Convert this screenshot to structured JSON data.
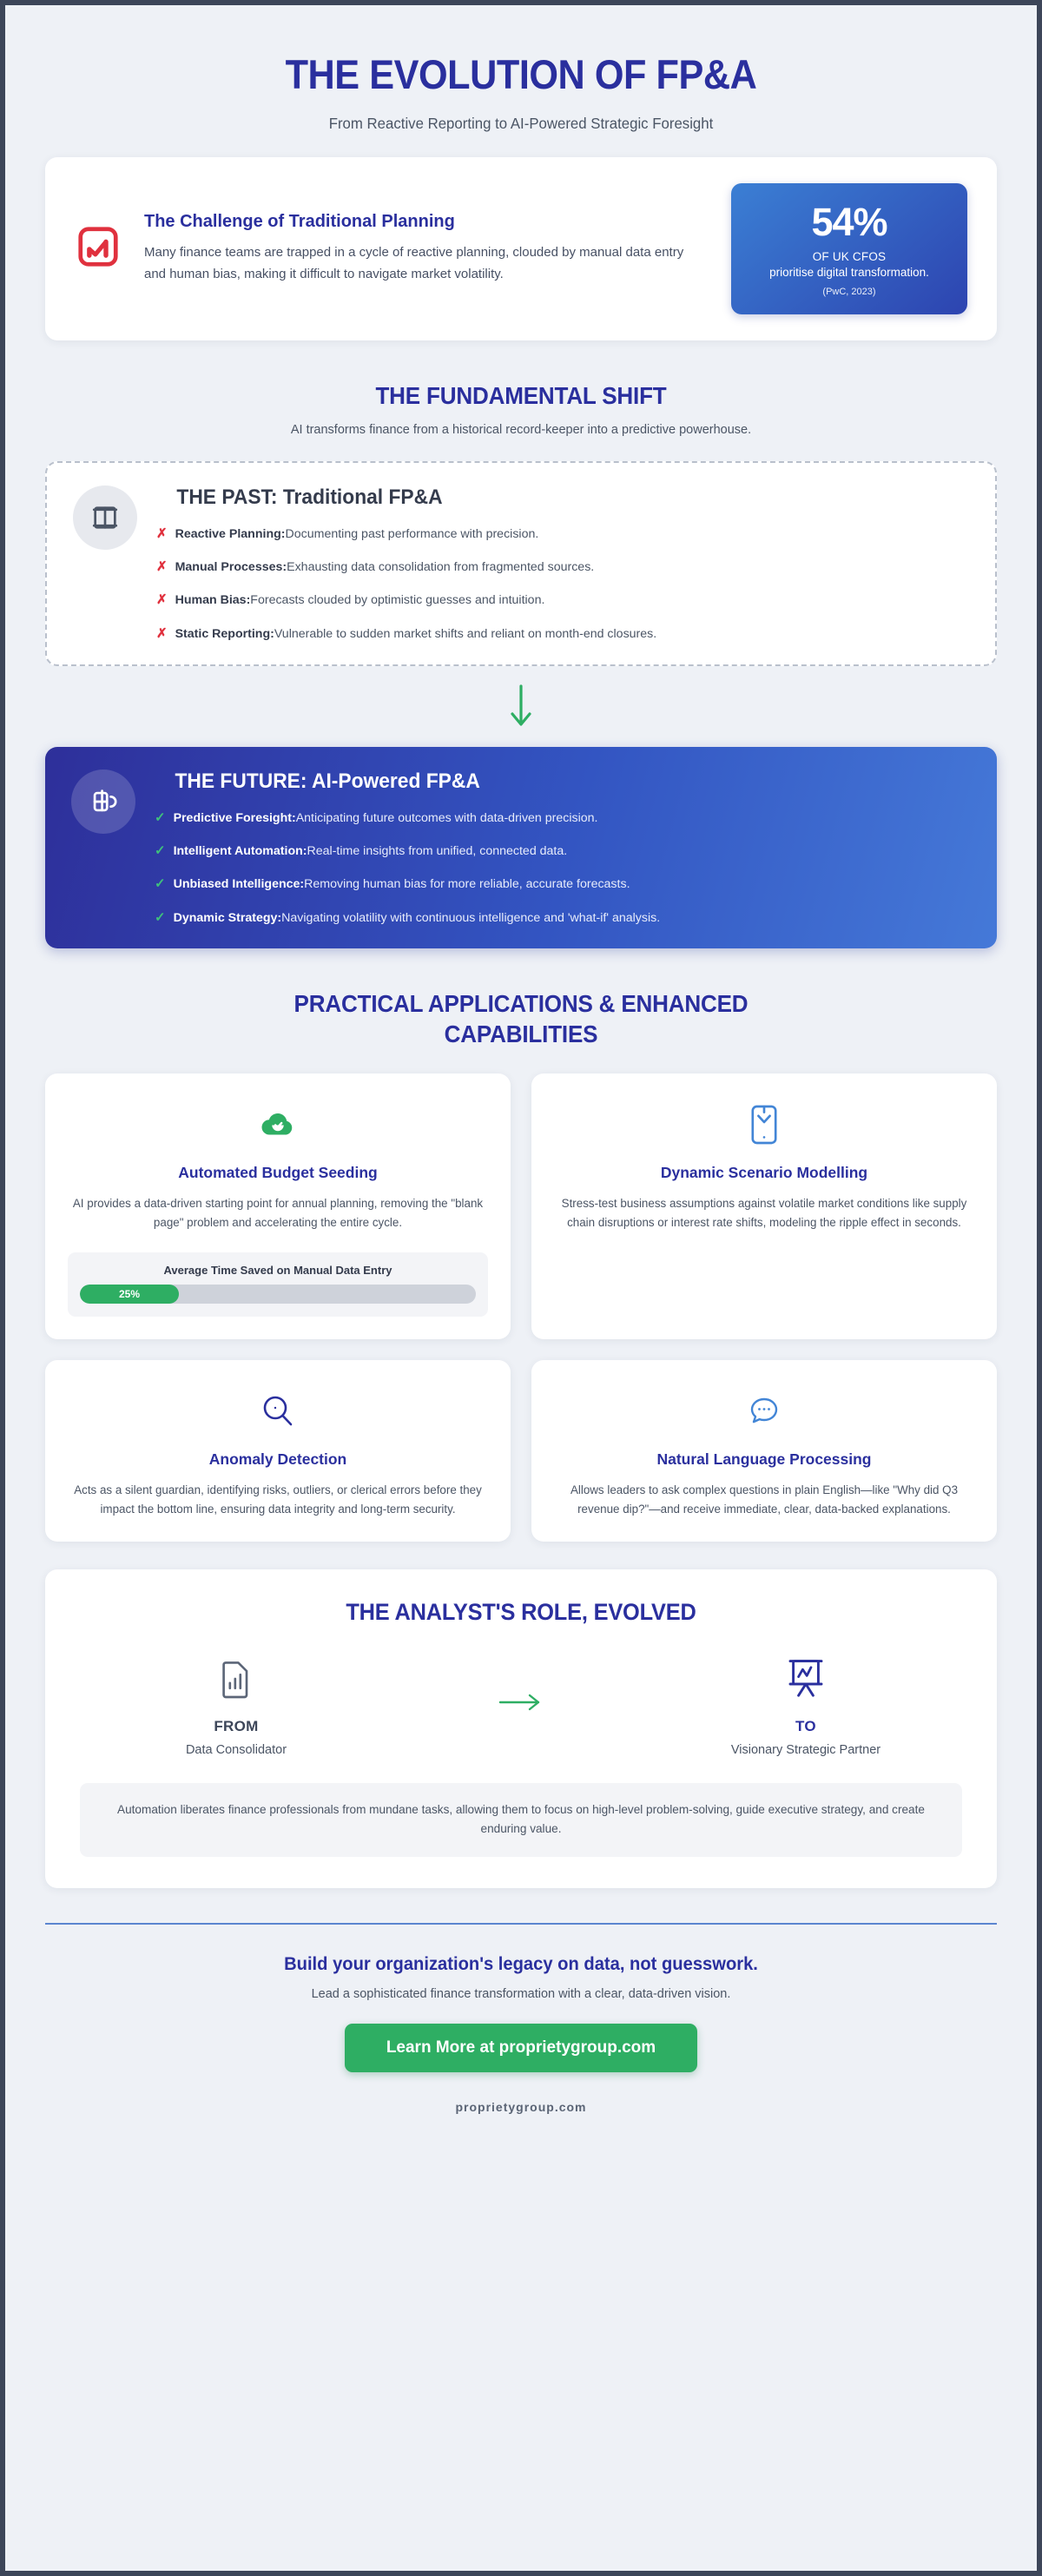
{
  "hero": {
    "title": "THE EVOLUTION OF FP&A",
    "subtitle": "From Reactive Reporting to AI-Powered Strategic Foresight"
  },
  "challenge": {
    "icon": "chart-square-icon",
    "title": "The Challenge of Traditional Planning",
    "text": "Many finance teams are trapped in a cycle of reactive planning, clouded by manual data entry and human bias, making it difficult to navigate market volatility.",
    "stat": {
      "value": "54%",
      "line1": "OF UK CFOS",
      "line2": "prioritise digital transformation.",
      "source": "(PwC, 2023)"
    }
  },
  "shift": {
    "title": "THE FUNDAMENTAL SHIFT",
    "subtitle": "AI transforms finance from a historical record-keeper into a predictive powerhouse."
  },
  "past": {
    "icon": "columns-layout-icon",
    "title": "THE PAST: Traditional FP&A",
    "mark": "✗",
    "items": [
      {
        "label": "Reactive Planning:",
        "desc": "Documenting past performance with precision."
      },
      {
        "label": "Manual Processes:",
        "desc": "Exhausting data consolidation from fragmented sources."
      },
      {
        "label": "Human Bias:",
        "desc": "Forecasts clouded by optimistic guesses and intuition."
      },
      {
        "label": "Static Reporting:",
        "desc": "Vulnerable to sudden market shifts and reliant on month-end closures."
      }
    ]
  },
  "future": {
    "icon": "ai-cube-icon",
    "title": "THE FUTURE: AI-Powered FP&A",
    "mark": "✓",
    "items": [
      {
        "label": "Predictive Foresight:",
        "desc": "Anticipating future outcomes with data-driven precision."
      },
      {
        "label": "Intelligent Automation:",
        "desc": "Real-time insights from unified, connected data."
      },
      {
        "label": "Unbiased Intelligence:",
        "desc": "Removing human bias for more reliable, accurate forecasts."
      },
      {
        "label": "Dynamic Strategy:",
        "desc": "Navigating volatility with continuous intelligence and 'what-if' analysis."
      }
    ]
  },
  "applications": {
    "title": "PRACTICAL APPLICATIONS & ENHANCED CAPABILITIES",
    "cards": [
      {
        "icon": "cloud-check-icon",
        "title": "Automated Budget Seeding",
        "text": "AI provides a data-driven starting point for annual planning, removing the \"blank page\" problem and accelerating the entire cycle.",
        "progress": {
          "label": "Average Time Saved on Manual Data Entry",
          "value": "25%",
          "percent": 25
        }
      },
      {
        "icon": "mobile-chevron-icon",
        "title": "Dynamic Scenario Modelling",
        "text": "Stress-test business assumptions against volatile market conditions like supply chain disruptions or interest rate shifts, modeling the ripple effect in seconds."
      },
      {
        "icon": "magnifier-icon",
        "title": "Anomaly Detection",
        "text": "Acts as a silent guardian, identifying risks, outliers, or clerical errors before they impact the bottom line, ensuring data integrity and long-term security."
      },
      {
        "icon": "chat-bubble-icon",
        "title": "Natural Language Processing",
        "text": "Allows leaders to ask complex questions in plain English—like \"Why did Q3 revenue dip?\"—and receive immediate, clear, data-backed explanations."
      }
    ]
  },
  "role": {
    "title": "THE ANALYST'S ROLE, EVOLVED",
    "from": {
      "icon": "document-chart-icon",
      "kicker": "FROM",
      "name": "Data Consolidator"
    },
    "arrow_icon": "arrow-right-icon",
    "to": {
      "icon": "presentation-chart-icon",
      "kicker": "TO",
      "name": "Visionary Strategic Partner"
    },
    "note": "Automation liberates finance professionals from mundane tasks, allowing them to focus on high-level problem-solving, guide executive strategy, and create enduring value."
  },
  "footer": {
    "title": "Build your organization's legacy on data, not guesswork.",
    "subtitle": "Lead a sophisticated finance transformation with a clear, data-driven vision.",
    "cta_label": "Learn More at proprietygroup.com",
    "domain": "proprietygroup.com"
  },
  "colors": {
    "brand_blue": "#2a2f9e",
    "accent_green": "#2eae63",
    "danger_red": "#e0313e",
    "page_bg": "#eef1f6",
    "frame": "#3d4659"
  }
}
